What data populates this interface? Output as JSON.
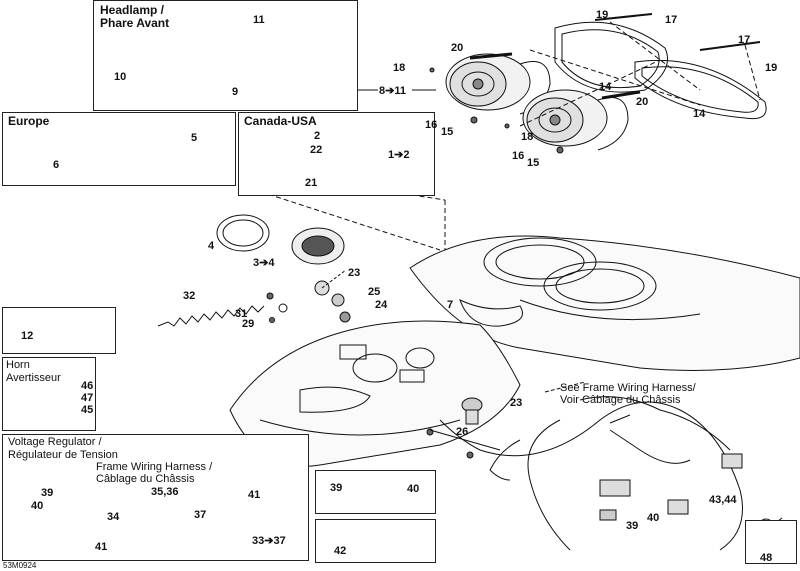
{
  "boxes": {
    "headlamp_title": [
      "Headlamp /",
      "Phare Avant"
    ],
    "europe_title": "Europe",
    "canada_title": "Canada-USA",
    "horn_title": [
      "Horn",
      "Avertisseur"
    ],
    "regulator_title": [
      "Voltage Regulator /",
      "Régulateur de Tension"
    ]
  },
  "notes": {
    "frame_harness": [
      "See Frame Wiring Harness/",
      "Voir Câblage du Châssis"
    ],
    "frame_harness_reg": [
      "Frame Wiring Harness /",
      "Câblage du Châssis"
    ]
  },
  "callouts": {
    "c11": "11",
    "c10": "10",
    "c9": "9",
    "c8_11": "8➔11",
    "c19a": "19",
    "c17a": "17",
    "c20a": "20",
    "c18a": "18",
    "c16a": "16",
    "c15a": "15",
    "c17b": "17",
    "c19b": "19",
    "c14a": "14",
    "c20b": "20",
    "c14b": "14",
    "c18b": "18",
    "c16b": "16",
    "c15b": "15",
    "c6": "6",
    "c5": "5",
    "c2": "2",
    "c22": "22",
    "c1_2": "1➔2",
    "c21": "21",
    "c4": "4",
    "c3_4": "3➔4",
    "c23a": "23",
    "c25": "25",
    "c24": "24",
    "c32": "32",
    "c31": "31",
    "c29": "29",
    "c7": "7",
    "c12": "12",
    "c46": "46",
    "c47": "47",
    "c45": "45",
    "c23b": "23",
    "c26": "26",
    "c39a": "39",
    "c40a": "40",
    "c34": "34",
    "c35_36": "35,36",
    "c41a": "41",
    "c37": "37",
    "c41b": "41",
    "c33_37": "33➔37",
    "c39b": "39",
    "c40b": "40",
    "c42": "42",
    "c43_44": "43,44",
    "c40c": "40",
    "c39c": "39",
    "c48": "48"
  },
  "drawing_code": "53M0924",
  "icons": [
    "headlamp-assembly",
    "gauge-bezel",
    "speedometer",
    "console-panel",
    "wiring-harness",
    "horn",
    "voltage-regulator",
    "spring",
    "bolt",
    "clip"
  ]
}
